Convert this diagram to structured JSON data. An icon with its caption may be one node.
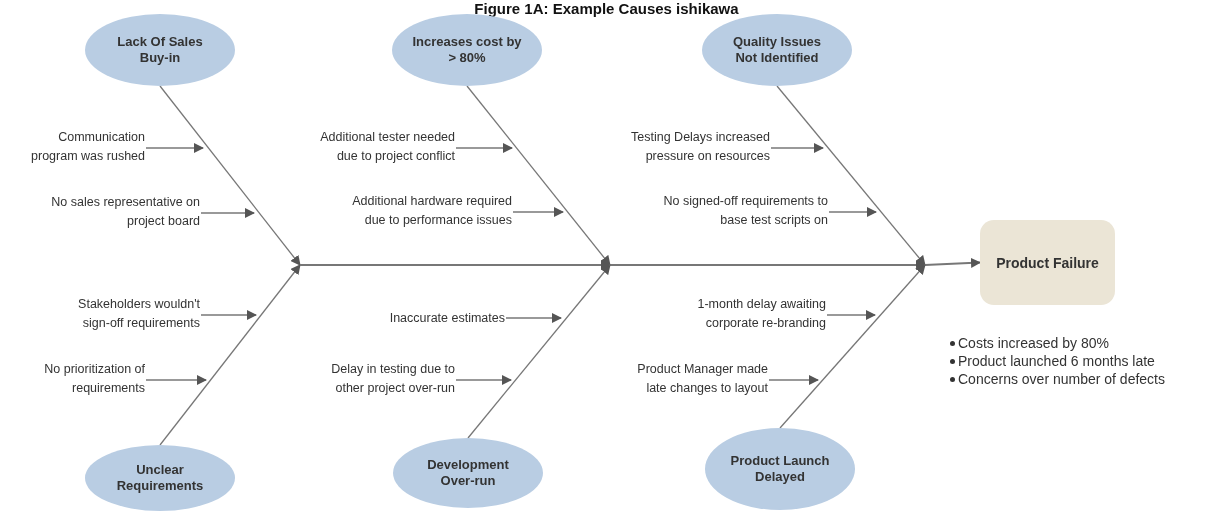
{
  "diagram": {
    "title": "Figure 1A: Example Causes ishikawa",
    "nodes": [
      {
        "text": [
          "Lack Of Sales Buy-in"
        ]
      },
      {
        "text": [
          "Increases cost by > 80%"
        ]
      },
      {
        "text": [
          "Quality Issues Not Identified"
        ]
      },
      {
        "text": [
          "Communication program was rushed"
        ]
      },
      {
        "text": [
          "Additional tester needed due to project conflict"
        ]
      },
      {
        "text": [
          "Testing Delays increased pressure on resources"
        ]
      },
      {
        "text": [
          "No sales representative on project board"
        ]
      },
      {
        "text": [
          "Additional hardware required due to performance issues"
        ]
      },
      {
        "text": [
          "No signed-off requirements to base test scripts on"
        ]
      },
      {
        "text": [
          "Product Failure"
        ]
      },
      {
        "text": [
          "Stakeholders wouldn't sign-off requirements"
        ]
      },
      {
        "text": [
          "Inaccurate estimates"
        ]
      },
      {
        "text": [
          "1-month delay awaiting corporate re-branding"
        ]
      },
      {
        "text": [
          "No prioritization of requirements"
        ]
      },
      {
        "text": [
          "Delay in testing due to other project over-run"
        ]
      },
      {
        "text": [
          "Product Manager made late changes to layout"
        ]
      },
      {
        "text": [
          "Unclear Requirements"
        ]
      },
      {
        "text": [
          "Development Over-run"
        ]
      },
      {
        "text": [
          "Product Launch Delayed"
        ]
      }
    ],
    "edges": [
      {
        "from": 0,
        "to": null,
        "arrow": "to"
      },
      {
        "from": 16,
        "to": null,
        "arrow": "to"
      },
      {
        "from": 1,
        "to": null,
        "arrow": "to"
      },
      {
        "from": 17,
        "to": null,
        "arrow": "to"
      },
      {
        "from": 2,
        "to": null,
        "arrow": "to"
      },
      {
        "from": 18,
        "to": null,
        "arrow": "to"
      },
      {
        "from": null,
        "to": 9,
        "arrow": "to"
      },
      {
        "from": 3,
        "to": null,
        "arrow": "to"
      },
      {
        "from": 6,
        "to": null,
        "arrow": "to"
      },
      {
        "from": 10,
        "to": null,
        "arrow": "to"
      },
      {
        "from": 13,
        "to": null,
        "arrow": "to"
      },
      {
        "from": 4,
        "to": null,
        "arrow": "to"
      },
      {
        "from": 7,
        "to": null,
        "arrow": "to"
      },
      {
        "from": 11,
        "to": null,
        "arrow": "to"
      },
      {
        "from": 14,
        "to": null,
        "arrow": "to"
      },
      {
        "from": 5,
        "to": null,
        "arrow": "to"
      },
      {
        "from": 8,
        "to": null,
        "arrow": "to"
      },
      {
        "from": 12,
        "to": null,
        "arrow": "to"
      },
      {
        "from": 15,
        "to": null,
        "arrow": "to"
      }
    ],
    "labels": [
      "Costs increased by 80%",
      "Product launched 6 months late",
      "Concerns over number of defects"
    ]
  }
}
